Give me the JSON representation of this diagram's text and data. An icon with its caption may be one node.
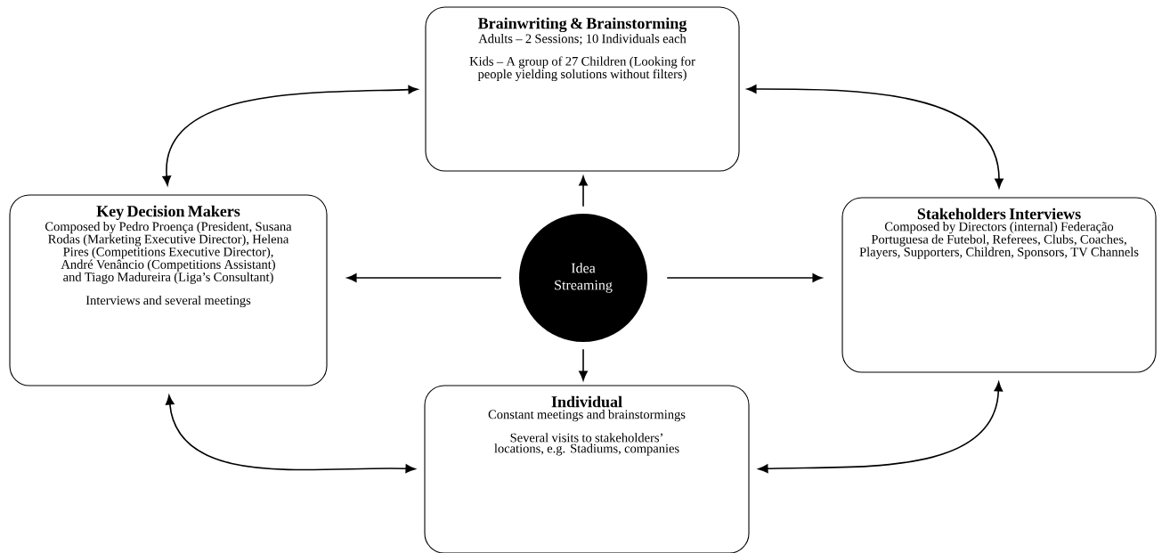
{
  "diagram": {
    "nodes": [
      {
        "text": [
          "Brainwriting & Brainstorming",
          "Adults – 2 Sessions; 10 Individuals each",
          "Kids – A group of 27 Children (Looking for people yielding solutions without filters)"
        ]
      },
      {
        "text": [
          "Key Decision Makers",
          "Composed by Pedro Proença (President, Susana Rodas (Marketing Executive Director), Helena Pires (Competitions Executive Director), André Venâncio (Competitions Assistant) and Tiago Madureira (Liga’s Consultant)",
          "Interviews and several meetings"
        ]
      },
      {
        "text": [
          "Idea Streaming"
        ]
      },
      {
        "text": [
          "Stakeholders Interviews",
          "Composed by Directors (internal) Federação Portuguesa de Futebol, Referees, Clubs, Coaches, Players, Supporters, Children, Sponsors, TV Channels"
        ]
      },
      {
        "text": [
          "Individual",
          "Constant meetings and brainstormings",
          "Several visits to stakeholders’ locations, e.g. Stadiums, companies"
        ]
      }
    ],
    "edges": [
      {
        "from": 2,
        "to": 0,
        "arrow": "to"
      },
      {
        "from": 2,
        "to": 1,
        "arrow": "to"
      },
      {
        "from": 2,
        "to": 3,
        "arrow": "to"
      },
      {
        "from": 2,
        "to": 4,
        "arrow": "to"
      },
      {
        "from": 1,
        "to": 0,
        "arrow": "both"
      },
      {
        "from": 0,
        "to": 3,
        "arrow": "both"
      },
      {
        "from": 1,
        "to": 4,
        "arrow": "both"
      },
      {
        "from": 4,
        "to": 3,
        "arrow": "both"
      }
    ]
  }
}
